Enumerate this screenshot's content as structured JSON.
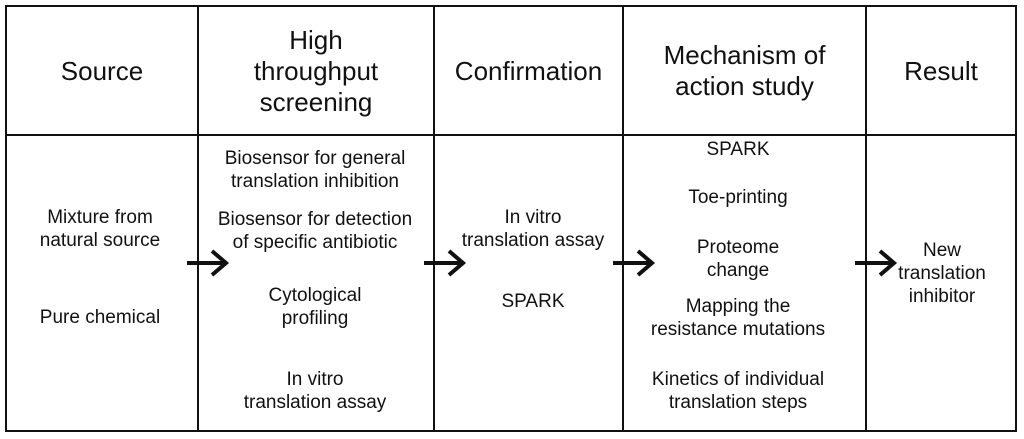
{
  "headers": [
    "Source",
    "High\nthroughput\nscreening",
    "Confirmation",
    "Mechanism of\naction study",
    "Result"
  ],
  "source_items": [
    "Mixture from\nnatural source",
    "Pure chemical"
  ],
  "screening_items": [
    "Biosensor for general\ntranslation inhibition",
    "Biosensor for detection\nof specific antibiotic",
    "Cytological\nprofiling",
    "In vitro\ntranslation assay"
  ],
  "confirmation_items": [
    "In vitro\ntranslation assay",
    "SPARK"
  ],
  "mechanism_items": [
    "SPARK",
    "Toe-printing",
    "Proteome\nchange",
    "Mapping the\nresistance mutations",
    "Kinetics of individual\ntranslation steps"
  ],
  "result_items": [
    "New\ntranslation\ninhibitor"
  ],
  "arrow_icon": "right-arrow-icon",
  "line_color": "#111111"
}
